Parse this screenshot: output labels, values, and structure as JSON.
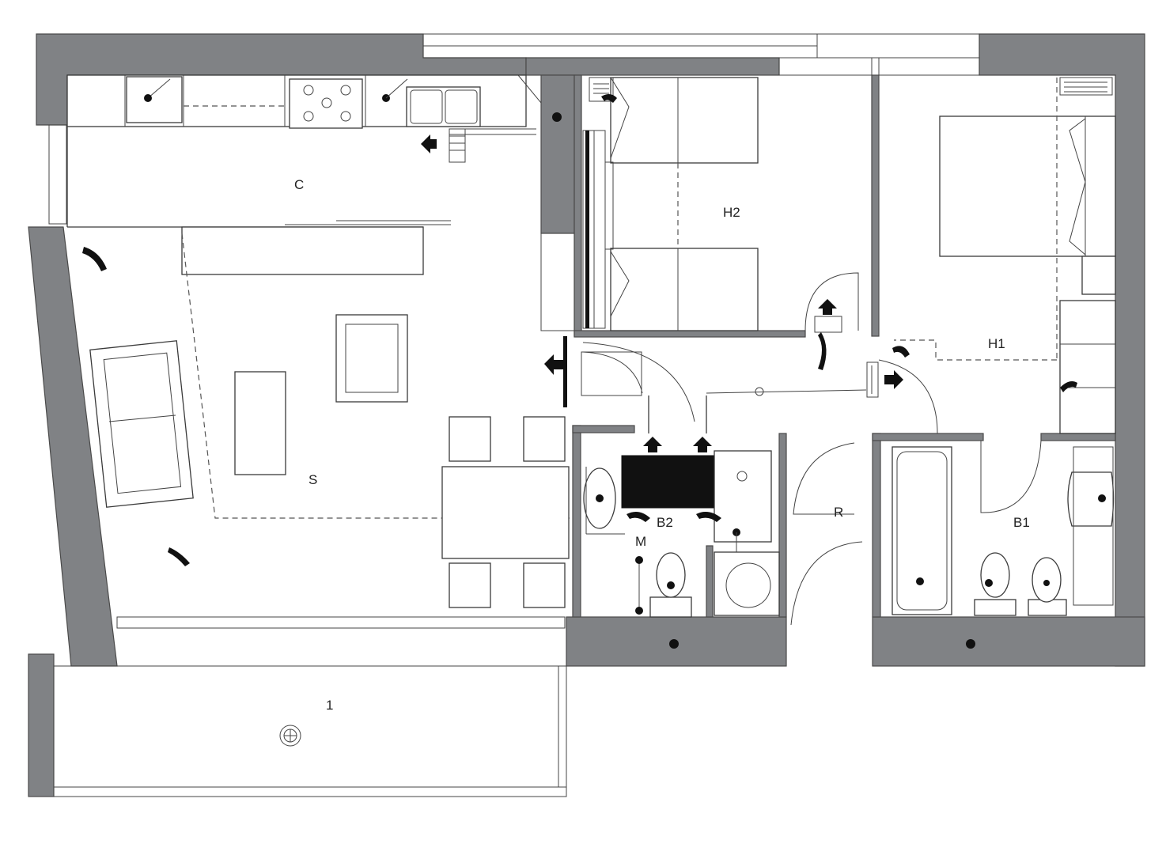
{
  "plan": {
    "rooms": [
      {
        "id": "kitchen",
        "label": "C"
      },
      {
        "id": "bedroom-2",
        "label": "H2"
      },
      {
        "id": "bedroom-1",
        "label": "H1"
      },
      {
        "id": "living",
        "label": "S"
      },
      {
        "id": "bathroom-2",
        "label": "B2"
      },
      {
        "id": "utility",
        "label": "M"
      },
      {
        "id": "hall",
        "label": "R"
      },
      {
        "id": "bathroom-1",
        "label": "B1"
      },
      {
        "id": "terrace",
        "label": "1"
      }
    ],
    "colors": {
      "wall": "#808285",
      "line": "#3a3a3a",
      "background": "#ffffff"
    }
  }
}
